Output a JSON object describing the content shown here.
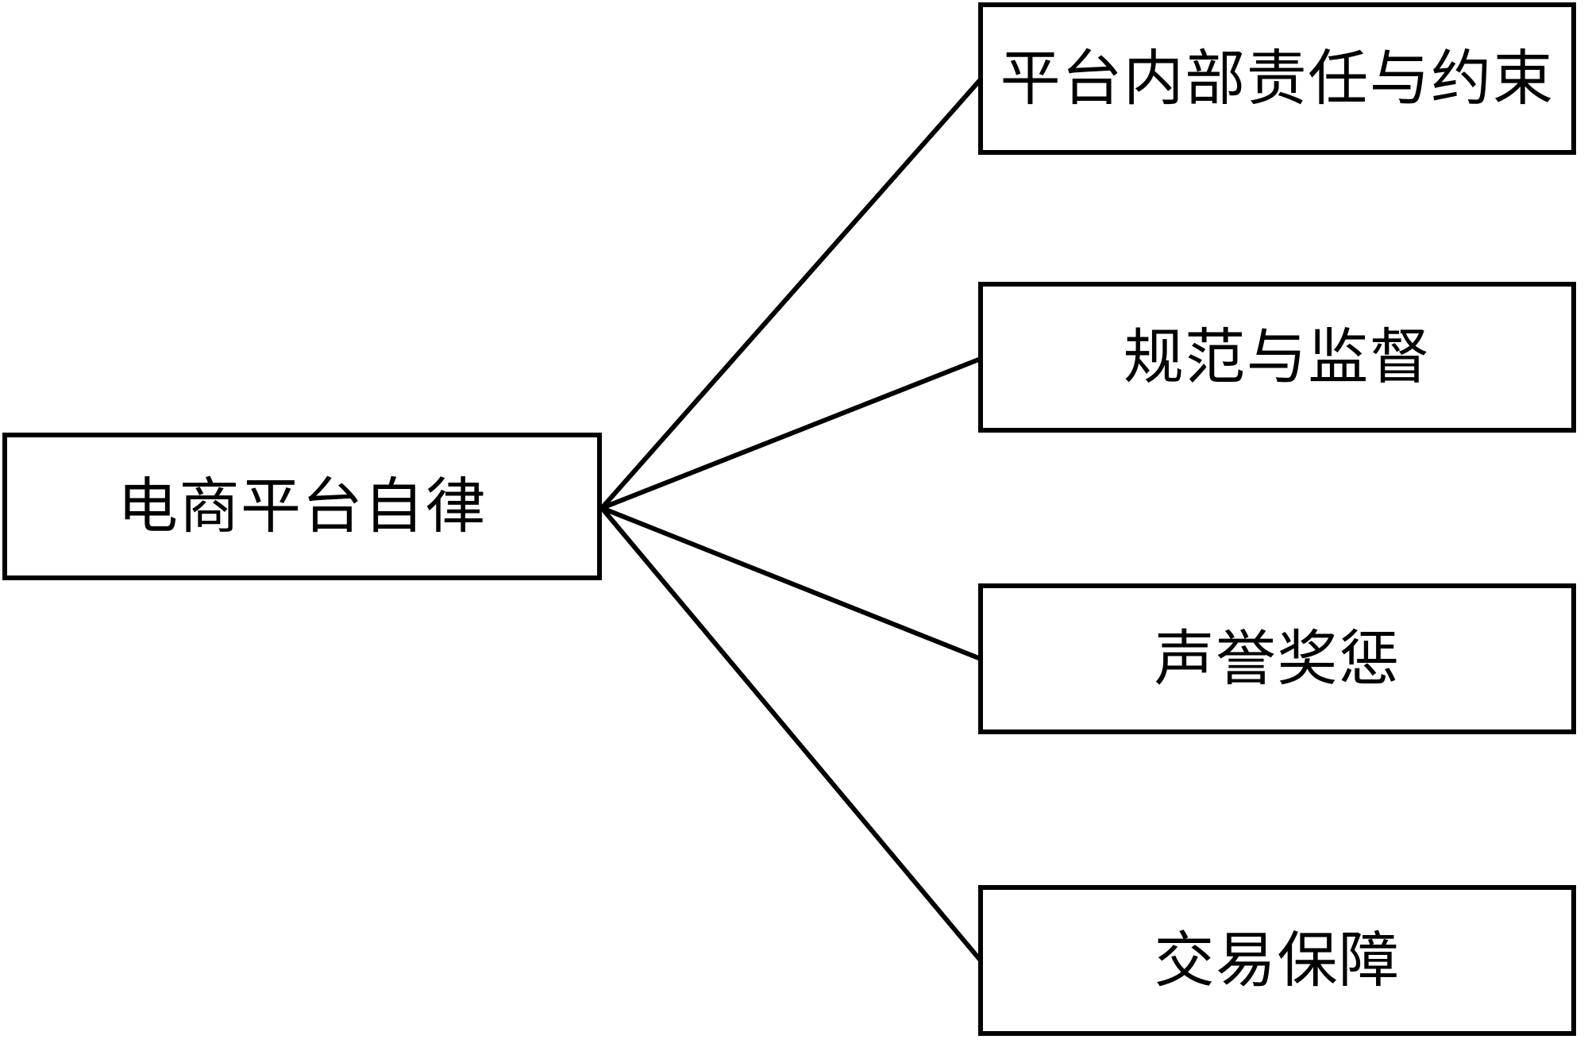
{
  "diagram": {
    "type": "mind-map",
    "orientation": "left-to-right",
    "background_color": "#ffffff",
    "line_color": "#000000",
    "box_border_color": "#000000",
    "box_fill_color": "#ffffff",
    "root": {
      "label": "电商平台自律"
    },
    "branches": [
      {
        "label": "平台内部责任与约束"
      },
      {
        "label": "规范与监督"
      },
      {
        "label": "声誉奖惩"
      },
      {
        "label": "交易保障"
      }
    ]
  }
}
